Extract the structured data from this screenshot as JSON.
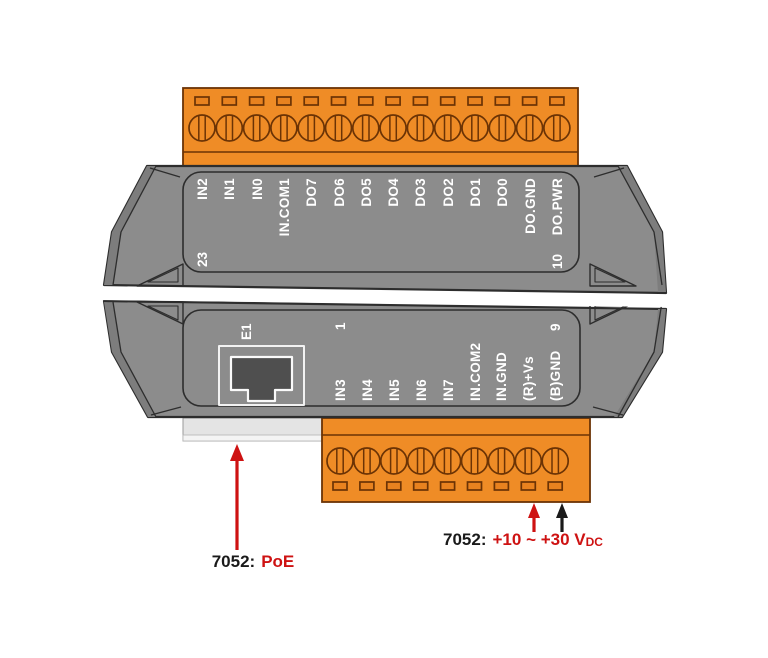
{
  "device": {
    "top_terminals": {
      "screw_count": 14,
      "pin_left": "23",
      "pin_right": "10",
      "labels": [
        "IN2",
        "IN1",
        "IN0",
        "IN.COM1",
        "DO7",
        "DO6",
        "DO5",
        "DO4",
        "DO3",
        "DO2",
        "DO1",
        "DO0",
        "DO.GND",
        "DO.PWR"
      ]
    },
    "bottom_terminals": {
      "screw_count": 9,
      "pin_left": "1",
      "pin_right": "9",
      "labels": [
        "IN3",
        "IN4",
        "IN5",
        "IN6",
        "IN7",
        "IN.COM2",
        "IN.GND",
        "(R)+Vs",
        "(B)GND"
      ]
    },
    "ethernet": {
      "label": "E1"
    }
  },
  "annotations": {
    "poe": {
      "prefix": "7052:",
      "value": "PoE"
    },
    "power": {
      "prefix": "7052:",
      "value": "+10 ~ +30 V",
      "unit_subscript": "DC"
    }
  },
  "colors": {
    "terminal_orange": "#EF8C26",
    "terminal_outline": "#6B3305",
    "body_gray": "#8C8C8C",
    "body_outline": "#2D2D2D",
    "label_text": "#FFFFFF",
    "annotation_red": "#CE1212",
    "annotation_black": "#1A1A1A",
    "rail_gray": "#E4E4E4"
  }
}
